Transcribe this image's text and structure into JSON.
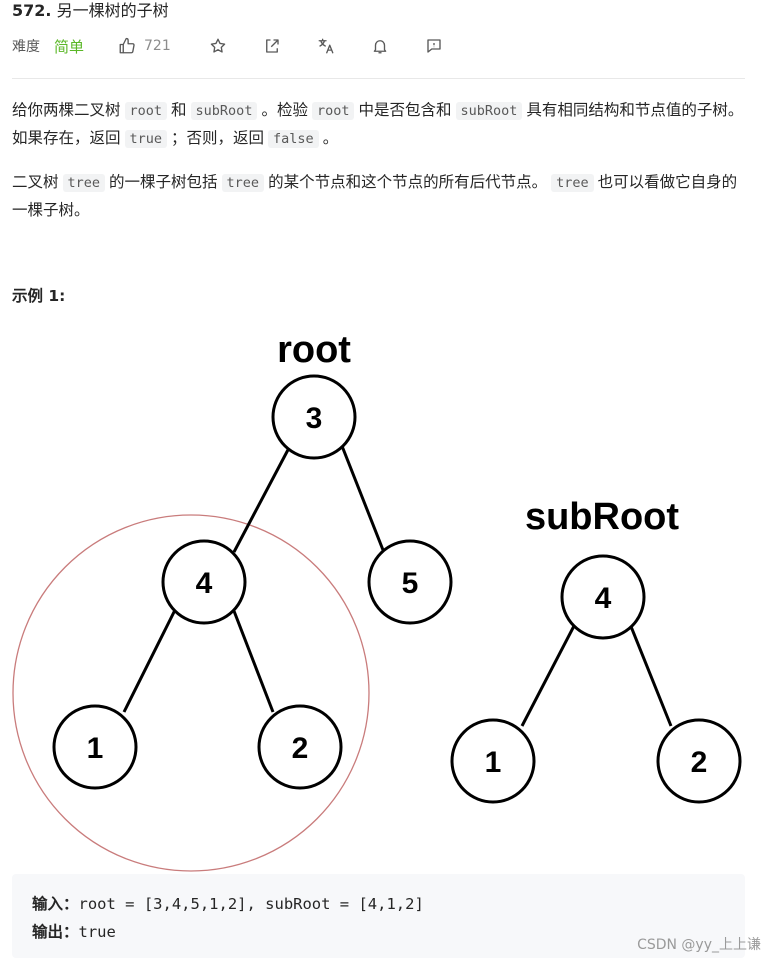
{
  "problem": {
    "number": "572.",
    "title": "另一棵树的子树",
    "difficulty_label": "难度",
    "difficulty": "简单",
    "likes": "721"
  },
  "toolbar": {
    "icons": [
      "thumbs-up-icon",
      "star-icon",
      "share-icon",
      "translate-icon",
      "bell-icon",
      "comment-icon"
    ]
  },
  "description": {
    "p1": {
      "a": "给你两棵二叉树",
      "code1": "root",
      "b": "和",
      "code2": "subRoot",
      "c": "。检验",
      "code3": "root",
      "d": "中是否包含和",
      "code4": "subRoot",
      "e": "具有相同结构和节点值的子树。如果存在，返回",
      "code5": "true",
      "f": "；否则，返回",
      "code6": "false",
      "g": "。"
    },
    "p2": {
      "a": "二叉树",
      "code1": "tree",
      "b": "的一棵子树包括",
      "code2": "tree",
      "c": "的某个节点和这个节点的所有后代节点。",
      "code3": "tree",
      "d": "也可以看做它自身的一棵子树。"
    }
  },
  "example": {
    "title": "示例 1:",
    "figure": {
      "root_label": "root",
      "subroot_label": "subRoot",
      "root_nodes": [
        "3",
        "4",
        "5",
        "1",
        "2"
      ],
      "subroot_nodes": [
        "4",
        "1",
        "2"
      ]
    },
    "input_label": "输入：",
    "input_value": "root = [3,4,5,1,2], subRoot = [4,1,2]",
    "output_label": "输出：",
    "output_value": "true"
  },
  "watermark": "CSDN @yy_上上谦",
  "colors": {
    "easy": "#5ab726",
    "highlight_circle": "#c97c7c"
  }
}
